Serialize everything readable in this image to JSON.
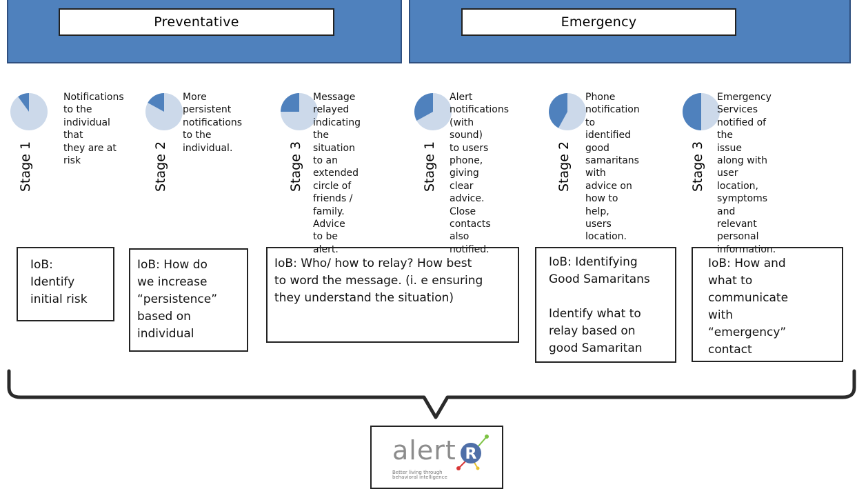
{
  "banners": {
    "preventative": "Preventative",
    "emergency": "Emergency"
  },
  "stages": [
    {
      "label": "Stage 1",
      "fill_fraction": 0.1,
      "description": "Notifications\nto the\nindividual that\nthey are at\nrisk"
    },
    {
      "label": "Stage 2",
      "fill_fraction": 0.17,
      "description": "More\npersistent\nnotifications\nto the\nindividual."
    },
    {
      "label": "Stage 3",
      "fill_fraction": 0.25,
      "description": "Message\nrelayed\nindicating the\nsituation to an\nextended\ncircle of\nfriends /\nfamily. Advice\nto be alert."
    },
    {
      "label": "Stage 1",
      "fill_fraction": 0.33,
      "description": "Alert\nnotifications\n(with sound)\nto users\nphone, giving\nclear advice.\nClose contacts\nalso notified."
    },
    {
      "label": "Stage 2",
      "fill_fraction": 0.42,
      "description": "Phone\nnotification to\nidentified\ngood\nsamaritans\nwith advice on\nhow to help,\nusers location."
    },
    {
      "label": "Stage 3",
      "fill_fraction": 0.5,
      "description": "Emergency\nServices\nnotified of the\nissue\nalong with user\nlocation,\nsymptoms and\nrelevant\npersonal\ninformation."
    }
  ],
  "iob_boxes": [
    "IoB:\nIdentify\ninitial risk",
    "IoB: How do\nwe increase\n“persistence”\nbased on\nindividual",
    "IoB: Who/ how to relay? How best\nto word the message. (i. e ensuring\nthey understand the situation)",
    "IoB: Identifying\nGood Samaritans\n\nIdentify what to\nrelay based on\ngood Samaritan",
    "IoB: How and\nwhat to\ncommunicate\nwith\n“emergency”\ncontact"
  ],
  "logo": {
    "word": "alert",
    "letter": "R",
    "tagline": "Better living through\nbehavioral intelligence"
  },
  "colors": {
    "banner": "#4f81bd",
    "pie_light": "#ccd9ea",
    "pie_dark": "#4f81bd",
    "logo_badge": "#4f6fa8"
  }
}
